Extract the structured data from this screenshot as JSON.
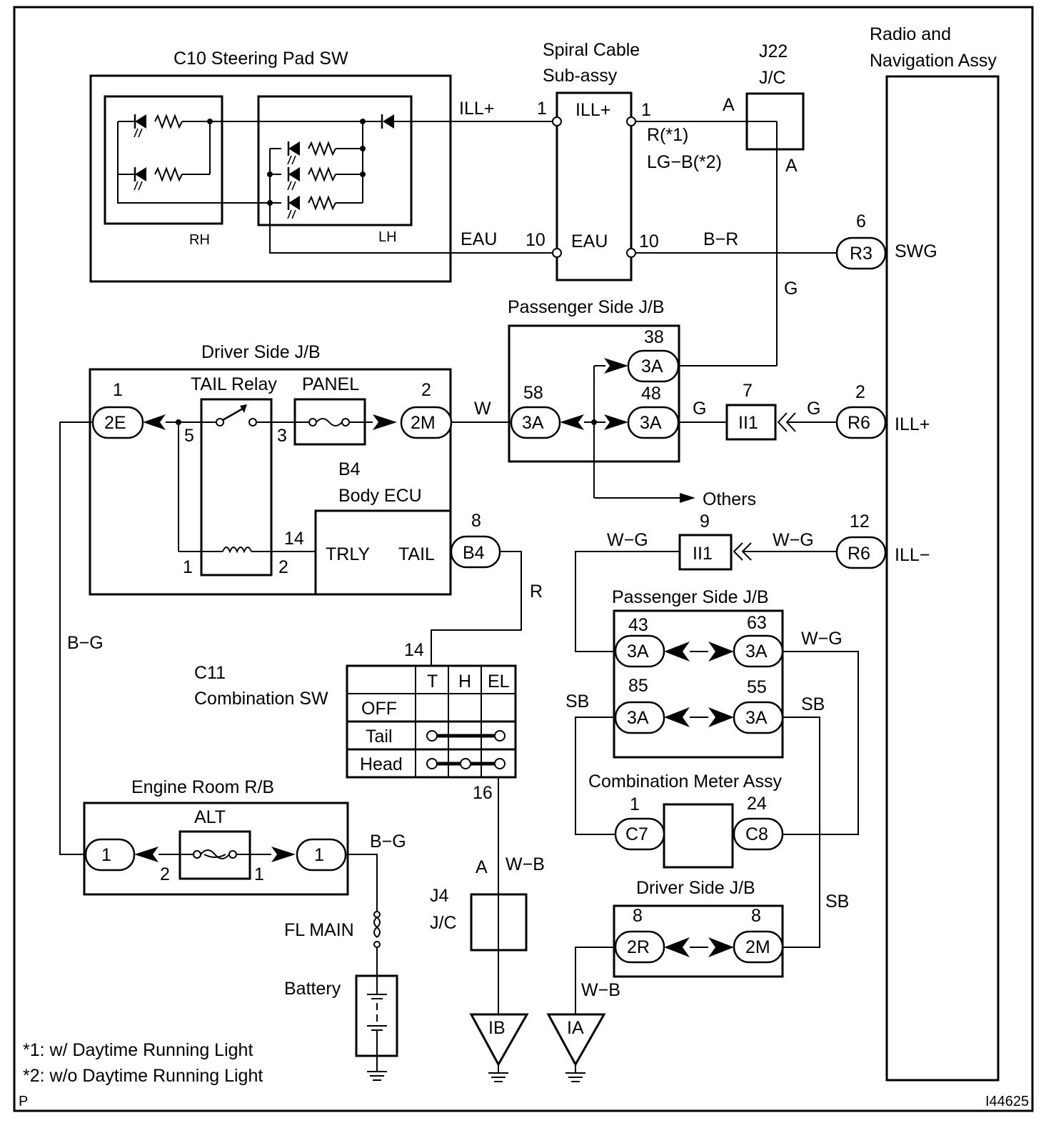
{
  "components": {
    "steering_pad": {
      "title": "C10 Steering Pad SW",
      "rh": "RH",
      "lh": "LH"
    },
    "spiral_cable": {
      "title1": "Spiral Cable",
      "title2": "Sub-assy",
      "ill": "ILL+",
      "eau": "EAU"
    },
    "j22": {
      "title1": "J22",
      "title2": "J/C",
      "pin_in": "A",
      "pin_out": "A"
    },
    "radio": {
      "title1": "Radio and",
      "title2": "Navigation Assy",
      "swg": "SWG",
      "illp": "ILL+",
      "illm": "ILL−"
    },
    "driver_jb_top": {
      "title": "Driver Side J/B",
      "tail_relay": "TAIL Relay",
      "panel": "PANEL"
    },
    "body_ecu": {
      "title1": "B4",
      "title2": "Body ECU",
      "trly": "TRLY",
      "tail": "TAIL"
    },
    "passenger_jb_top": {
      "title": "Passenger Side J/B"
    },
    "passenger_jb_mid": {
      "title": "Passenger Side J/B"
    },
    "combination_sw": {
      "title1": "C11",
      "title2": "Combination SW",
      "columns": [
        "T",
        "H",
        "EL"
      ],
      "rows": [
        "OFF",
        "Tail",
        "Head"
      ]
    },
    "combination_meter": {
      "title": "Combination Meter Assy"
    },
    "engine_room_rb": {
      "title": "Engine Room R/B",
      "alt": "ALT"
    },
    "fl_main": "FL MAIN",
    "battery": "Battery",
    "j4": {
      "title1": "J4",
      "title2": "J/C",
      "pin": "A"
    },
    "driver_jb_bottom": {
      "title": "Driver Side J/B"
    },
    "others": "Others"
  },
  "wires": {
    "ill_plus": "ILL+",
    "eau": "EAU",
    "r_lgb_1": "R(*1)",
    "r_lgb_2": "LG−B(*2)",
    "b_r": "B−R",
    "g_j22": "G",
    "w": "W",
    "g_mid": "G",
    "g_right": "G",
    "wg_left": "W−G",
    "wg_right": "W−G",
    "wg_meter": "W−G",
    "r": "R",
    "bg_left": "B−G",
    "bg_right": "B−G",
    "sb_left": "SB",
    "sb_right": "SB",
    "sb_low": "SB",
    "wb_j4": "W−B",
    "wb_ia": "W−B"
  },
  "connectors": {
    "r3": "R3",
    "r6_top": "R6",
    "r6_bot": "R6",
    "e2": "2E",
    "m2": "2M",
    "b4": "B4",
    "p58": "3A",
    "p38": "3A",
    "p48": "3A",
    "p43": "3A",
    "p63": "3A",
    "p85": "3A",
    "p55": "3A",
    "c7": "C7",
    "c8": "C8",
    "r2": "2R",
    "m2b": "2M",
    "er1a": "1",
    "er1b": "1",
    "ii1_top": "II1",
    "ii1_bot": "II1",
    "ib": "IB",
    "ia": "IA"
  },
  "pins": {
    "spiral_in_ill": "1",
    "spiral_out_ill": "1",
    "spiral_in_eau": "10",
    "spiral_out_eau": "10",
    "r3": "6",
    "r6_top": "2",
    "r6_bot": "12",
    "e2": "1",
    "m2": "2",
    "relay5": "5",
    "relay3": "3",
    "relay1": "1",
    "relay2": "2",
    "ecu14": "14",
    "b4": "8",
    "p58": "58",
    "p38": "38",
    "p48": "48",
    "ii1_top": "7",
    "ii1_bot": "9",
    "p43": "43",
    "p63": "63",
    "p85": "85",
    "p55": "55",
    "c7": "1",
    "c8": "24",
    "r2": "8",
    "m2b": "8",
    "csw_in": "14",
    "csw_out": "16",
    "alt_left": "2",
    "alt_right": "1"
  },
  "notes": {
    "n1": "*1: w/ Daytime Running Light",
    "n2": "*2: w/o Daytime Running Light",
    "corner": "P",
    "figure_id": "I44625"
  }
}
